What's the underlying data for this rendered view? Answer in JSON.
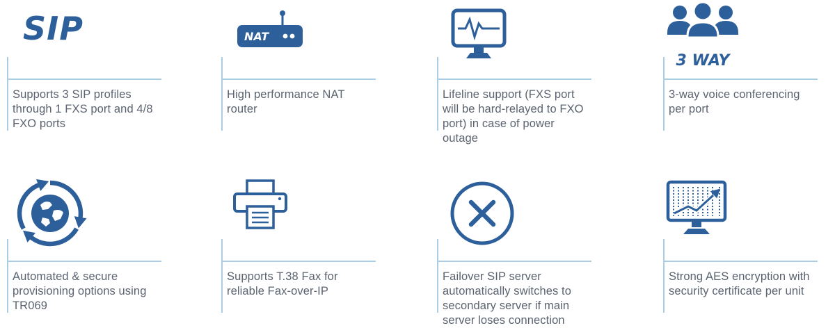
{
  "colors": {
    "accent": "#2d5f9a",
    "divider": "#aacde6",
    "text": "#5b6370"
  },
  "labels": {
    "sip": "SIP",
    "nat": "NAT",
    "three_way": "3 WAY"
  },
  "features": [
    {
      "id": "sip",
      "icon": "sip-logo",
      "text": "Supports 3 SIP profiles through 1 FXS port and 4/8 FXO ports"
    },
    {
      "id": "nat",
      "icon": "nat-router-icon",
      "text": "High performance NAT router"
    },
    {
      "id": "lifeline",
      "icon": "lifeline-monitor-icon",
      "text": "Lifeline support (FXS port will be hard-relayed to FXO port) in case of power outage"
    },
    {
      "id": "conference",
      "icon": "three-way-conference-icon",
      "text": "3-way voice conferencing per port"
    },
    {
      "id": "provisioning",
      "icon": "globe-provisioning-icon",
      "text": "Automated & secure provisioning options using TR069"
    },
    {
      "id": "fax",
      "icon": "fax-printer-icon",
      "text": "Supports T.38 Fax for reliable Fax-over-IP"
    },
    {
      "id": "failover",
      "icon": "failover-x-icon",
      "text": "Failover SIP server automatically switches to secondary server if main server loses connection"
    },
    {
      "id": "encryption",
      "icon": "encryption-monitor-icon",
      "text": "Strong AES encryption with security certificate per unit"
    }
  ]
}
